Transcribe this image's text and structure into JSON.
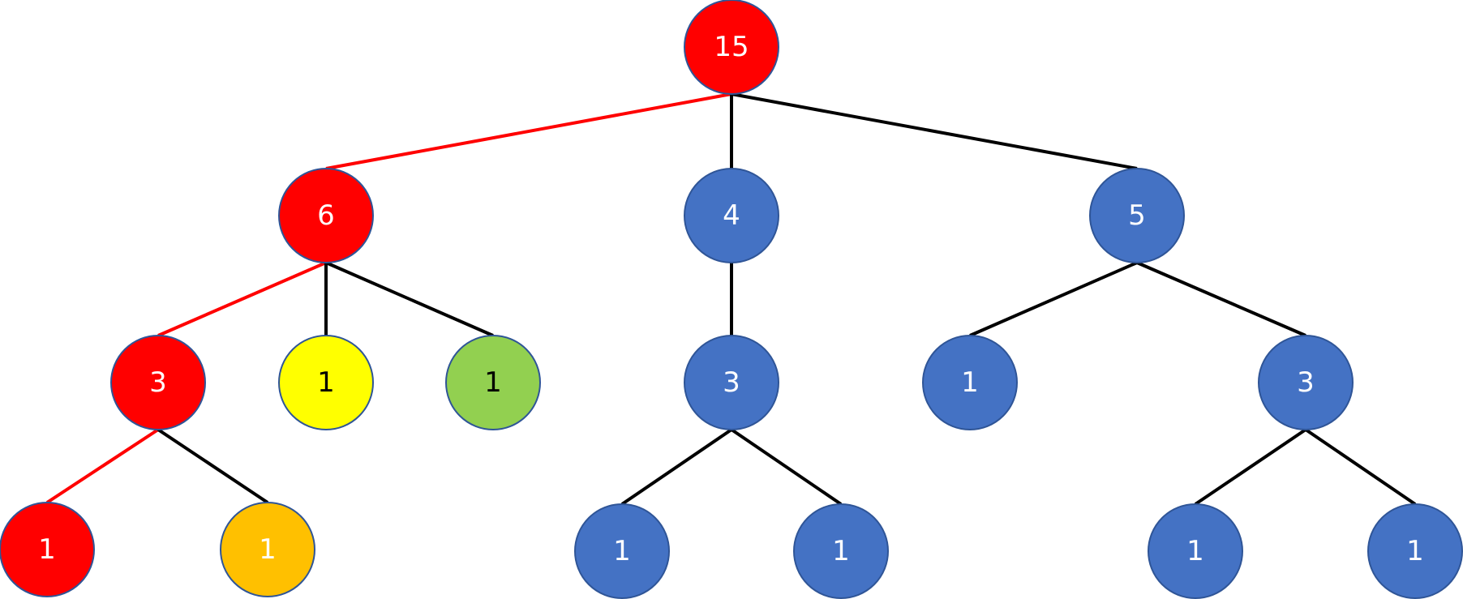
{
  "colors": {
    "red": "#FF0000",
    "blue": "#4472C4",
    "yellow": "#FFFF00",
    "green": "#92D050",
    "orange": "#FFC000",
    "black": "#000000",
    "white": "#FFFFFF"
  },
  "nodes": [
    {
      "id": "n0",
      "label": "15",
      "fill": "red",
      "text": "white"
    },
    {
      "id": "n1",
      "label": "6",
      "fill": "red",
      "text": "white"
    },
    {
      "id": "n2",
      "label": "4",
      "fill": "blue",
      "text": "white"
    },
    {
      "id": "n3",
      "label": "5",
      "fill": "blue",
      "text": "white"
    },
    {
      "id": "n4",
      "label": "3",
      "fill": "red",
      "text": "white"
    },
    {
      "id": "n5",
      "label": "1",
      "fill": "yellow",
      "text": "black"
    },
    {
      "id": "n6",
      "label": "1",
      "fill": "green",
      "text": "black"
    },
    {
      "id": "n7",
      "label": "3",
      "fill": "blue",
      "text": "white"
    },
    {
      "id": "n8",
      "label": "1",
      "fill": "blue",
      "text": "white"
    },
    {
      "id": "n9",
      "label": "3",
      "fill": "blue",
      "text": "white"
    },
    {
      "id": "n10",
      "label": "1",
      "fill": "red",
      "text": "white"
    },
    {
      "id": "n11",
      "label": "1",
      "fill": "orange",
      "text": "white"
    },
    {
      "id": "n12",
      "label": "1",
      "fill": "blue",
      "text": "white"
    },
    {
      "id": "n13",
      "label": "1",
      "fill": "blue",
      "text": "white"
    },
    {
      "id": "n14",
      "label": "1",
      "fill": "blue",
      "text": "white"
    },
    {
      "id": "n15",
      "label": "1",
      "fill": "blue",
      "text": "white"
    }
  ],
  "edges": [
    {
      "from": "n0",
      "to": "n1",
      "color": "red"
    },
    {
      "from": "n0",
      "to": "n2",
      "color": "black"
    },
    {
      "from": "n0",
      "to": "n3",
      "color": "black"
    },
    {
      "from": "n1",
      "to": "n4",
      "color": "red"
    },
    {
      "from": "n1",
      "to": "n5",
      "color": "black"
    },
    {
      "from": "n1",
      "to": "n6",
      "color": "black"
    },
    {
      "from": "n2",
      "to": "n7",
      "color": "black"
    },
    {
      "from": "n3",
      "to": "n8",
      "color": "black"
    },
    {
      "from": "n3",
      "to": "n9",
      "color": "black"
    },
    {
      "from": "n4",
      "to": "n10",
      "color": "red"
    },
    {
      "from": "n4",
      "to": "n11",
      "color": "black"
    },
    {
      "from": "n7",
      "to": "n12",
      "color": "black"
    },
    {
      "from": "n7",
      "to": "n13",
      "color": "black"
    },
    {
      "from": "n9",
      "to": "n14",
      "color": "black"
    },
    {
      "from": "n9",
      "to": "n15",
      "color": "black"
    }
  ]
}
